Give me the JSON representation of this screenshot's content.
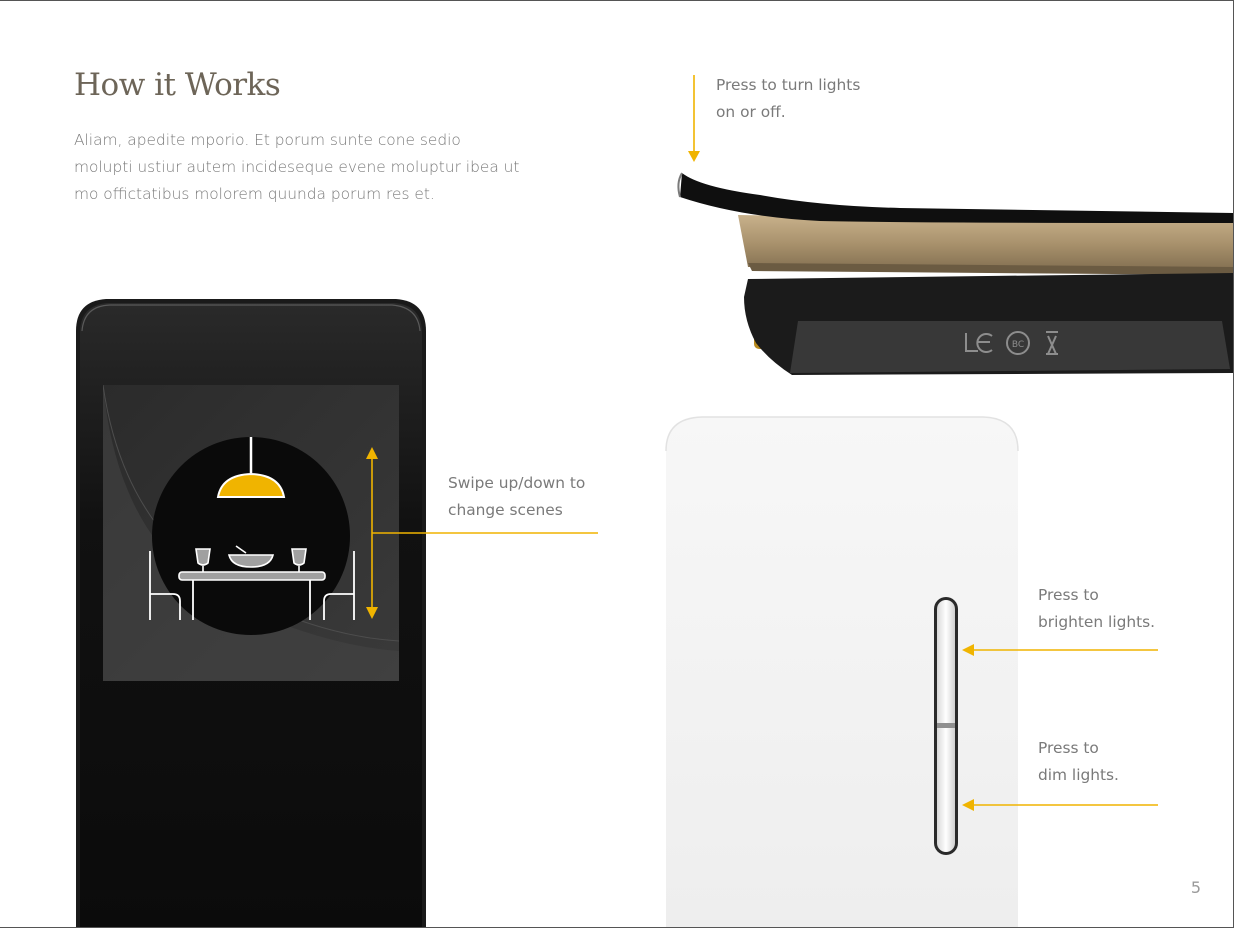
{
  "page": {
    "title": "How it Works",
    "intro": "Aliam, apedite mporio. Et porum sunte cone sedio molupti ustiur autem incideseque evene moluptur ibea ut mo offictatibus molorem quunda porum res et.",
    "page_number": "5"
  },
  "callouts": {
    "toggle": "Press to turn lights\non or off.",
    "swipe": "Swipe up/down to\nchange scenes",
    "brighten": "Press to\nbrighten lights.",
    "dim": "Press to\ndim lights."
  },
  "colors": {
    "accent": "#f0b400",
    "title": "#6d6558",
    "body_text": "#7a7a7a"
  },
  "icons": {
    "scene": "dining-scene-icon",
    "certification": "certification-marks"
  }
}
